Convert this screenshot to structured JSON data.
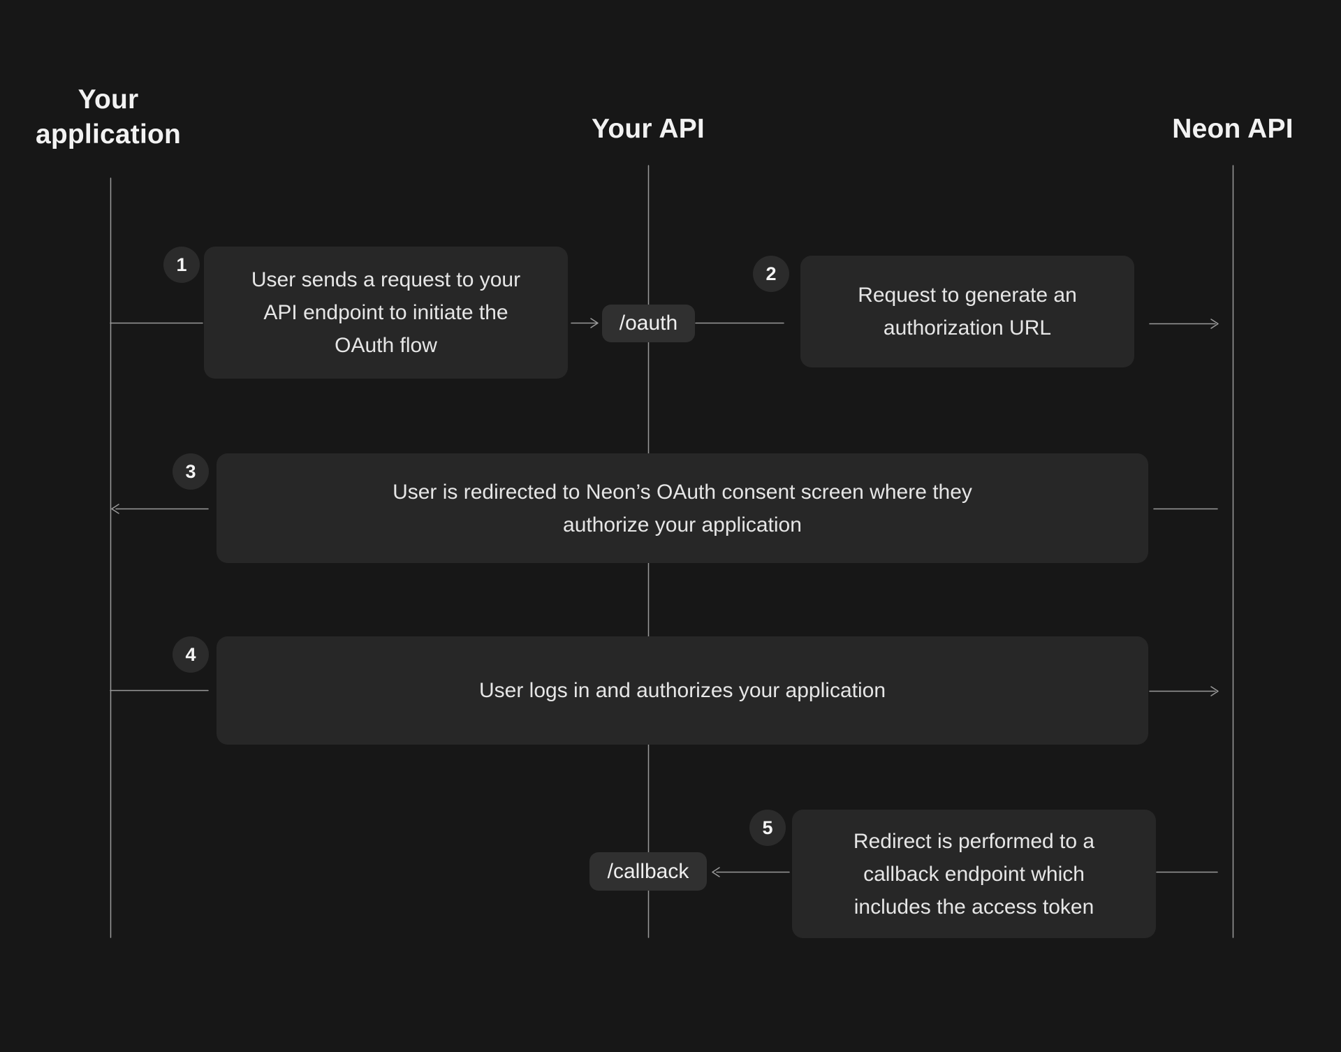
{
  "colors": {
    "background": "#171717",
    "box_background": "#272727",
    "badge_background": "#2b2b2b",
    "endpoint_background": "#303030",
    "line": "#9a9a9a",
    "heading_text": "#f2f2f2",
    "body_text": "#e6e6e6"
  },
  "actors": [
    {
      "name": "Your application"
    },
    {
      "name": "Your API"
    },
    {
      "name": "Neon API"
    }
  ],
  "endpoints": [
    {
      "label": "/oauth"
    },
    {
      "label": "/callback"
    }
  ],
  "steps": [
    {
      "number": "1",
      "text": "User sends a request to your API endpoint to initiate the OAuth flow"
    },
    {
      "number": "2",
      "text": "Request to generate an authorization URL"
    },
    {
      "number": "3",
      "text": "User is redirected to Neon’s OAuth consent screen where they authorize your application"
    },
    {
      "number": "4",
      "text": "User logs in and authorizes your application"
    },
    {
      "number": "5",
      "text": "Redirect is performed to a callback endpoint which includes the access token"
    }
  ]
}
